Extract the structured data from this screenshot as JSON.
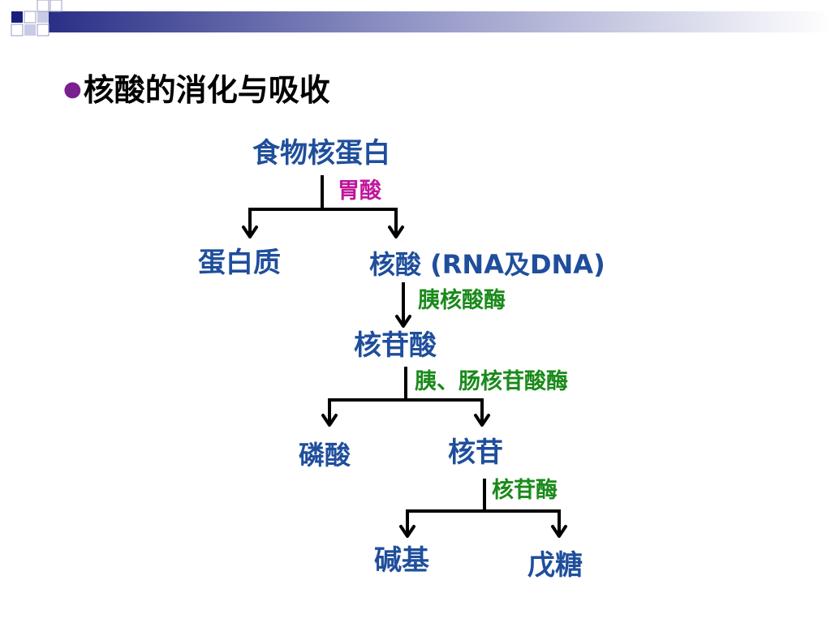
{
  "slide": {
    "title": "核酸的消化与吸收",
    "bullet": "●"
  },
  "diagram": {
    "nodes": {
      "food_nucleoprotein": "食物核蛋白",
      "protein": "蛋白质",
      "nucleic_acid": "核酸 (RNA及DNA)",
      "nucleotide": "核苷酸",
      "phosphate": "磷酸",
      "nucleoside": "核苷",
      "base": "碱基",
      "pentose": "戊糖"
    },
    "enzymes": {
      "gastric_acid": "胃酸",
      "pancreatic_nuclease": "胰核酸酶",
      "nucleotidase": "胰、肠核苷酸酶",
      "nucleosidase": "核苷酶"
    }
  },
  "colors": {
    "node_text": "#1f4e9c",
    "gastric_acid": "#c0159c",
    "enzyme_green": "#1a8a1a",
    "header_dark": "#1a1f7a",
    "bullet": "#7a1f8f"
  }
}
